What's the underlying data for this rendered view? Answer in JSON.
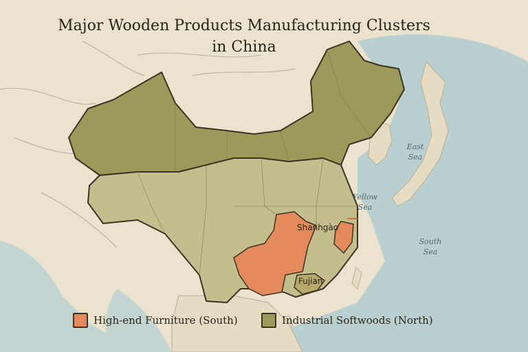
{
  "title_line1": "Major Wooden Products Manufacturing Clusters",
  "title_line2": "in China",
  "colors": {
    "background": "#ece3cf",
    "sea": "#b9cfd0",
    "land_other": "#e6dcc3",
    "north_softwood": "#9c9a5a",
    "interior": "#c4bd8e",
    "south_furniture": "#e58a5c",
    "fujian": "#b8a86a"
  },
  "seas": {
    "east_line1": "East",
    "east_line2": "Sea",
    "yellow_line1": "Yellow",
    "yellow_line2": "Sea",
    "south_line1": "South",
    "south_line2": "Sea"
  },
  "places": {
    "shanghao": "Shanhgào",
    "fujian": "Fujian"
  },
  "legend": {
    "south": {
      "label": "High-end Furniture (South)",
      "color": "#e58a5c"
    },
    "north": {
      "label": "Industrial Softwoods (North)",
      "color": "#9c9a5a"
    }
  }
}
